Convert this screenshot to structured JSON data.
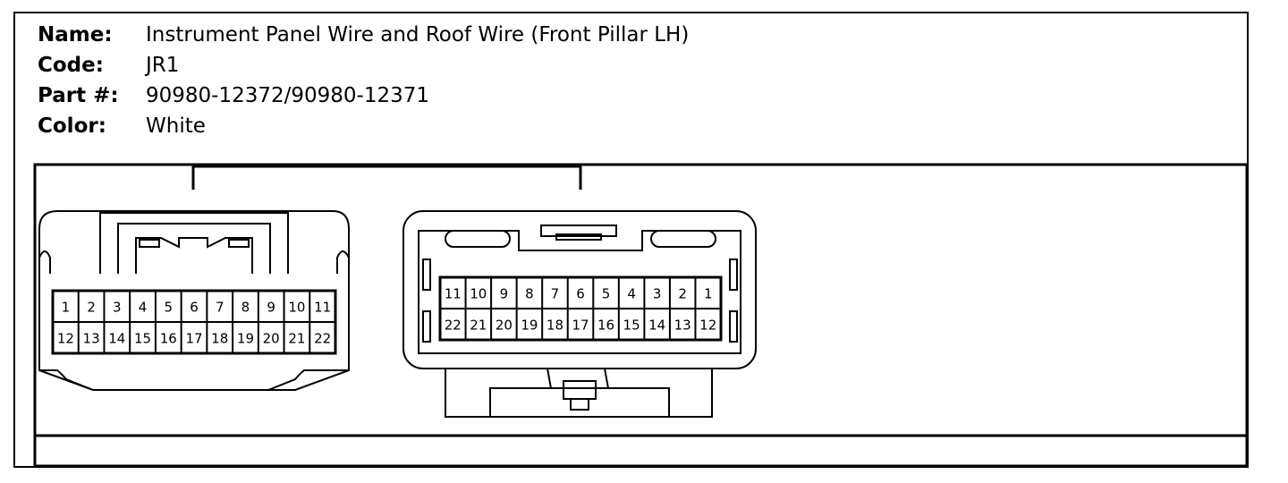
{
  "info": {
    "fields": [
      {
        "label": "Name:",
        "value": "Instrument Panel Wire and Roof Wire (Front Pillar LH)"
      },
      {
        "label": "Code:",
        "value": "JR1"
      },
      {
        "label": "Part #:",
        "value": "90980-12372/90980-12371"
      },
      {
        "label": "Color:",
        "value": "White"
      }
    ]
  },
  "connectors": {
    "left": {
      "rows": [
        [
          "1",
          "2",
          "3",
          "4",
          "5",
          "6",
          "7",
          "8",
          "9",
          "10",
          "11"
        ],
        [
          "12",
          "13",
          "14",
          "15",
          "16",
          "17",
          "18",
          "19",
          "20",
          "21",
          "22"
        ]
      ]
    },
    "right": {
      "rows": [
        [
          "11",
          "10",
          "9",
          "8",
          "7",
          "6",
          "5",
          "4",
          "3",
          "2",
          "1"
        ],
        [
          "22",
          "21",
          "20",
          "19",
          "18",
          "17",
          "16",
          "15",
          "14",
          "13",
          "12"
        ]
      ]
    }
  },
  "colors": {
    "line": "#000000",
    "background": "#ffffff"
  }
}
